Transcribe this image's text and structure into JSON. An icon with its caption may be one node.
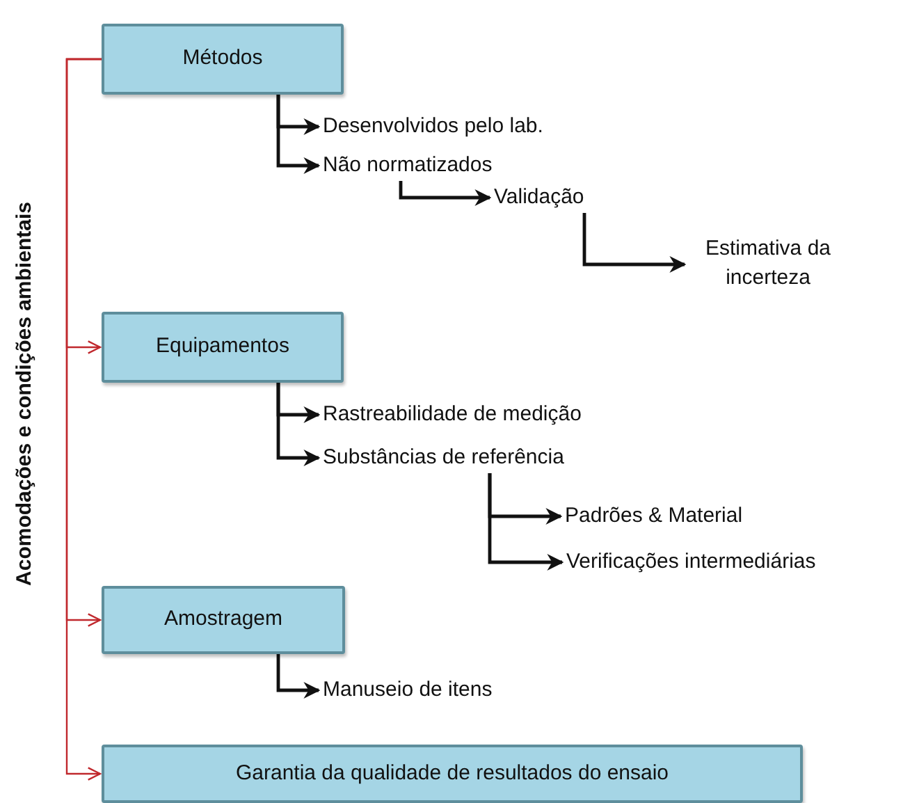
{
  "diagram": {
    "nodes": [
      {
        "text": [
          "Métodos"
        ]
      },
      {
        "text": [
          "Desenvolvidos pelo lab."
        ]
      },
      {
        "text": [
          "Não normatizados"
        ]
      },
      {
        "text": [
          "Validação"
        ]
      },
      {
        "text": [
          "Estimativa da incerteza"
        ]
      },
      {
        "text": [
          "Equipamentos"
        ]
      },
      {
        "text": [
          "Rastreabilidade de medição"
        ]
      },
      {
        "text": [
          "Substâncias de referência"
        ]
      },
      {
        "text": [
          "Padrões & Material"
        ]
      },
      {
        "text": [
          "Verificações intermediárias"
        ]
      },
      {
        "text": [
          "Amostragem"
        ]
      },
      {
        "text": [
          "Manuseio de itens"
        ]
      },
      {
        "text": [
          "Garantia da qualidade de resultados do ensaio"
        ]
      }
    ],
    "edges": [
      {
        "from": 0,
        "to": 1,
        "arrow": "to"
      },
      {
        "from": 0,
        "to": 2,
        "arrow": "to"
      },
      {
        "from": 2,
        "to": 3,
        "arrow": "to"
      },
      {
        "from": 3,
        "to": 4,
        "arrow": "to"
      },
      {
        "from": 5,
        "to": 6,
        "arrow": "to"
      },
      {
        "from": 5,
        "to": 7,
        "arrow": "to"
      },
      {
        "from": 7,
        "to": 8,
        "arrow": "to"
      },
      {
        "from": 7,
        "to": 9,
        "arrow": "to"
      },
      {
        "from": 10,
        "to": 11,
        "arrow": "to"
      },
      {
        "from": 0,
        "to": 5,
        "arrow": "to",
        "color": "#c0282d"
      },
      {
        "from": 0,
        "to": 10,
        "arrow": "to",
        "color": "#c0282d"
      },
      {
        "from": 0,
        "to": 12,
        "arrow": "to",
        "color": "#c0282d"
      }
    ],
    "labels": [
      "Acomodações e condições ambientais"
    ]
  }
}
